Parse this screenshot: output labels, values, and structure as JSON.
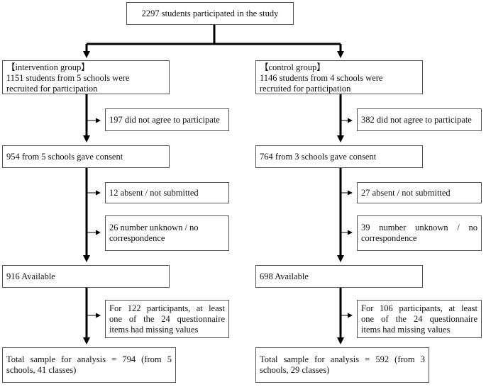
{
  "top": {
    "text": "2297 students participated in the study"
  },
  "intervention": {
    "group_box": {
      "header": "【intervention group】",
      "line1": "1151 students from 5 schools were",
      "line2": "recruited for participation"
    },
    "declined": "197 did not agree to participate",
    "consent": "954 from 5 schools gave consent",
    "absent": "12 absent / not submitted",
    "unknown": {
      "line1": "26 number unknown / no",
      "line2": "correspondence"
    },
    "available": "916 Available",
    "missing": {
      "line1": "For 122 participants, at least",
      "line2": "one of the 24 questionnaire",
      "line3": "items had missing values"
    },
    "total": {
      "line1": "Total sample for analysis = 794 (from 5",
      "line2": "schools, 41 classes)"
    }
  },
  "control": {
    "group_box": {
      "header": "【control group】",
      "line1": "1146 students from 4  schools were",
      "line2": "recruited for participation"
    },
    "declined": "382 did not agree to participate",
    "consent": "764 from 3 schools gave consent",
    "absent": "27 absent / not submitted",
    "unknown": {
      "line1": "39 number unknown / no",
      "line2": "correspondence"
    },
    "available": "698 Available",
    "missing": {
      "line1": "For 106 participants, at least",
      "line2": "one of the 24 questionnaire",
      "line3": "items had missing values"
    },
    "total": {
      "line1": "Total sample for analysis = 592 (from 3",
      "line2": "schools, 29 classes)"
    }
  }
}
